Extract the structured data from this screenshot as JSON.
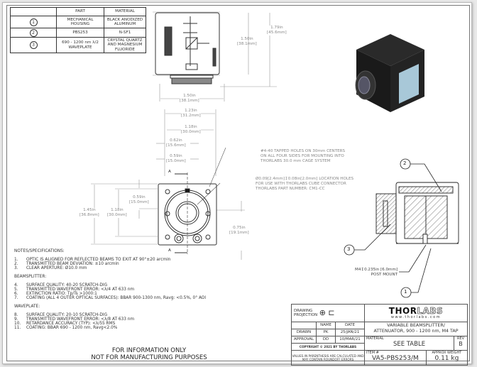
{
  "parts_table": {
    "headers": [
      "",
      "PART",
      "MATERIAL"
    ],
    "rows": [
      {
        "id": "1",
        "part": "MECHANICAL HOUSING",
        "material": "BLACK ANODIZED ALUMINUM"
      },
      {
        "id": "2",
        "part": "PBS253",
        "material": "N-SF1"
      },
      {
        "id": "3",
        "part": "690 - 1200 nm λ/2 WAVEPLATE",
        "material": "CRYSTAL QUARTZ AND MAGNESIUM FLUORIDE"
      }
    ]
  },
  "dimensions": {
    "top_height": [
      "1.50in",
      "[38.1mm]"
    ],
    "top_total_height": [
      "1.79in",
      "[45.6mm]"
    ],
    "top_width": [
      "1.50in",
      "[38.1mm]"
    ],
    "w_123": [
      "1.23in",
      "[31.2mm]"
    ],
    "w_118": [
      "1.18in",
      "[30.0mm]"
    ],
    "w_062": [
      "0.62in",
      "[15.6mm]"
    ],
    "w_059": [
      "0.59in",
      "[15.0mm]"
    ],
    "front_height": [
      "1.45in",
      "[36.8mm]"
    ],
    "front_inner_height": [
      "1.18in",
      "[30.0mm]"
    ],
    "front_059": [
      "0.59in",
      "[15.0mm]"
    ],
    "front_075": [
      "0.75in",
      "[19.1mm]"
    ],
    "section_label": "A"
  },
  "annotations": {
    "tapped_holes": [
      "#4-40 TAPPED HOLES ON 30mm CENTERS",
      "ON ALL FOUR SIDES FOR MOUNTING INTO",
      "THORLABS 30.0 mm CAGE SYSTEM"
    ],
    "location_holes": [
      "Ø0.09[2.4mm]↧0.08in[2.0mm] LOCATION HOLES",
      "FOR USE WITH THORLABS CUBE CONNECTOR",
      "THORLABS PART NUMBER: CM1-CC"
    ],
    "post_mount": [
      "M4↧0.235in [6.0mm]",
      "POST MOUNT"
    ],
    "balloons": [
      "1",
      "2",
      "3"
    ]
  },
  "notes": {
    "title": "NOTES/SPECIFICATIONS:",
    "general": [
      {
        "n": "1.",
        "t": "OPTIC IS ALIGNED FOR REFLECTED BEAMS TO EXIT AT 90°±20 arcmin"
      },
      {
        "n": "2.",
        "t": "TRANSMITTED BEAM DEVIATION: ±10 arcmin"
      },
      {
        "n": "3.",
        "t": "CLEAR APERTURE: Ø10.0 mm"
      }
    ],
    "beamsplitter_title": "BEAMSPLITTER:",
    "beamsplitter": [
      {
        "n": "4.",
        "t": "SURFACE QUALITY: 40-20 SCRATCH-DIG"
      },
      {
        "n": "5.",
        "t": "TRANSMITTED WAVEFRONT ERROR: <λ/4 AT 633 nm"
      },
      {
        "n": "6.",
        "t": "EXTINCTION RATIO: Tp/Ts >1000:1"
      },
      {
        "n": "7.",
        "t": "COATING (ALL 4 OUTER OPTICAL SURFACES): BBAR 900-1300 nm, Ravg: <0.5%, 0° AOI"
      }
    ],
    "waveplate_title": "WAVEPLATE:",
    "waveplate": [
      {
        "n": "8.",
        "t": "SURFACE QUALITY: 20-10 SCRATCH-DIG"
      },
      {
        "n": "9.",
        "t": "TRANSMITTED WAVEFRONT ERROR: <λ/8 AT 633 nm"
      },
      {
        "n": "10.",
        "t": "RETARDANCE ACCURACY (TYP): <λ/55 RMS"
      },
      {
        "n": "11.",
        "t": "COATING: BBAR 690 - 1200 nm, Ravg<2.0%"
      }
    ]
  },
  "disclaimer": [
    "FOR INFORMATION ONLY",
    "NOT FOR MANUFACTURING PURPOSES"
  ],
  "title_block": {
    "projection_label": "DRAWING PROJECTION",
    "name_header": "NAME",
    "date_header": "DATE",
    "drawn_label": "DRAWN",
    "drawn_name": "PK",
    "drawn_date": "25/JAN/21",
    "approval_label": "APPROVAL",
    "approval_name": "DD",
    "approval_date": "10/MAR/21",
    "copyright": "COPYRIGHT © 2021 BY THORLABS",
    "values_note": "VALUES IN PARENTHESIS ARE CALCULATED AND MAY CONTAIN ROUNDOFF ERRORS",
    "logo_dark": "THOR",
    "logo_light": "LABS",
    "website": "www.thorlabs.com",
    "description_1": "VARIABLE BEAMSPLITTER/",
    "description_2": "ATTENUATOR, 900 - 1200 nm, M4 TAP",
    "material_label": "MATERIAL",
    "material_value": "SEE TABLE",
    "rev_label": "REV",
    "rev_value": "B",
    "item_label": "ITEM #",
    "item_value": "VA5-PBS253/M",
    "weight_label": "APPROX WEIGHT",
    "weight_value": "0.11 kg"
  }
}
